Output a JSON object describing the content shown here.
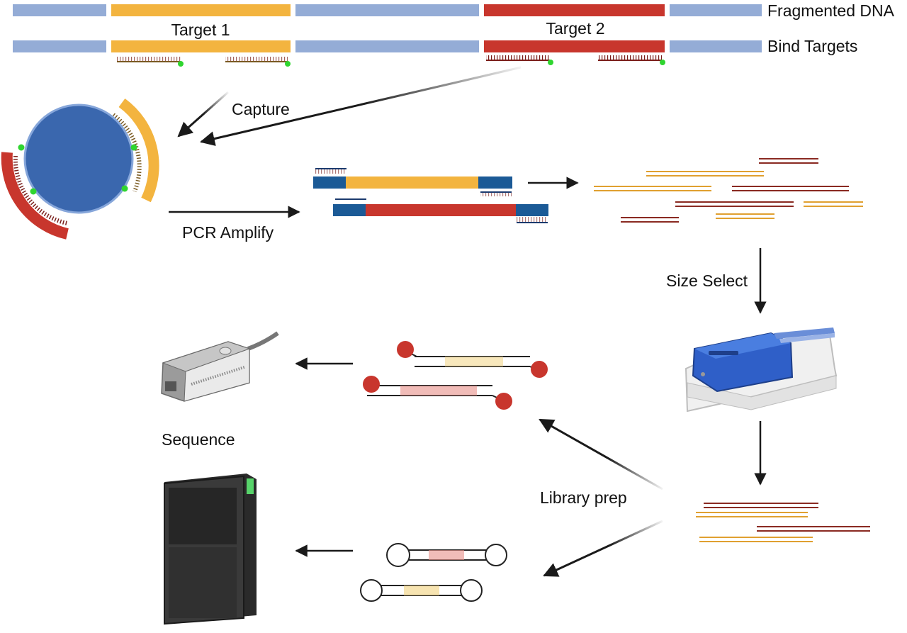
{
  "labels": {
    "fragmented_dna": "Fragmented DNA",
    "bind_targets": "Bind Targets",
    "target_1": "Target 1",
    "target_2": "Target 2",
    "capture": "Capture",
    "pcr_amplify": "PCR Amplify",
    "size_select": "Size Select",
    "library_prep": "Library prep",
    "sequence": "Sequence"
  },
  "colors": {
    "background_dna": "#94acd6",
    "target_1": "#f3b43f",
    "target_2": "#c8362d",
    "bead": "#3a67ae",
    "adapter": "#1b5a96",
    "probe_tag": "#2fd52f",
    "arrow": "#1a1a1a"
  },
  "icons": {
    "bead": "magnetic-bead-icon",
    "size_selector": "size-selection-cassette-icon",
    "nanopore": "nanopore-minion-icon",
    "sequencer": "sequencer-instrument-icon"
  }
}
